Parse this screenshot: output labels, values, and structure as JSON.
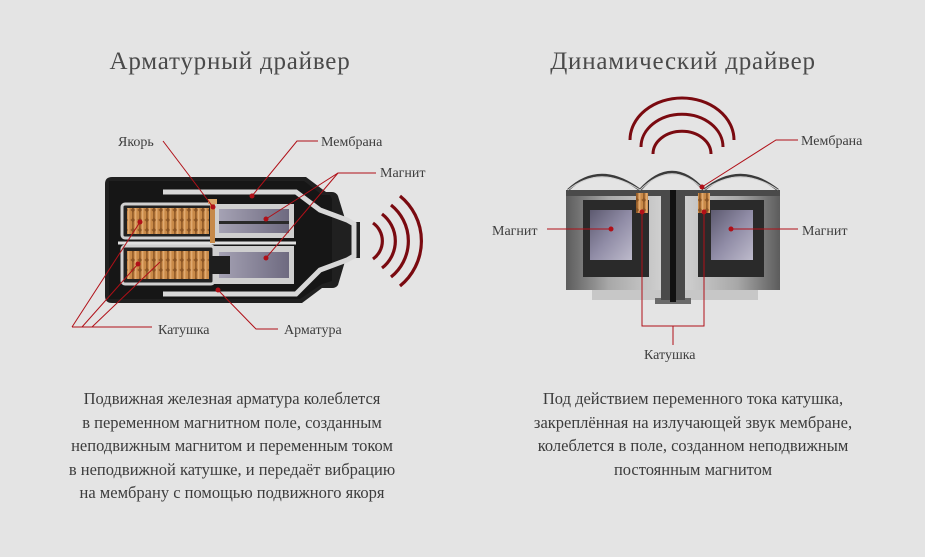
{
  "armature": {
    "title": "Арматурный драйвер",
    "labels": {
      "anchor": "Якорь",
      "membrane": "Мембрана",
      "magnet": "Магнит",
      "coil": "Катушка",
      "armature": "Арматура"
    },
    "description": [
      "Подвижная железная арматура колеблется",
      "в переменном магнитном поле, созданным",
      "неподвижным магнитом и переменным током",
      "в неподвижной катушке, и передаёт вибрацию",
      "на мембрану с помощью подвижного якоря"
    ]
  },
  "dynamic": {
    "title": "Динамический драйвер",
    "labels": {
      "membrane": "Мембрана",
      "magnet_left": "Магнит",
      "magnet_right": "Магнит",
      "coil": "Катушка"
    },
    "description": [
      "Под действием переменного тока катушка,",
      "закреплённая на излучающей звук мембране,",
      "колеблется в поле, созданном неподвижным",
      "постоянным магнитом"
    ]
  },
  "colors": {
    "background": "#e4e4e4",
    "leader": "#b01018",
    "sound_wave": "#7a0a10",
    "coil_copper": "#b9773a",
    "magnet_fill": "#7c7890",
    "housing_dark": "#1a1a1a",
    "housing_silver": "#8d8d8d"
  }
}
